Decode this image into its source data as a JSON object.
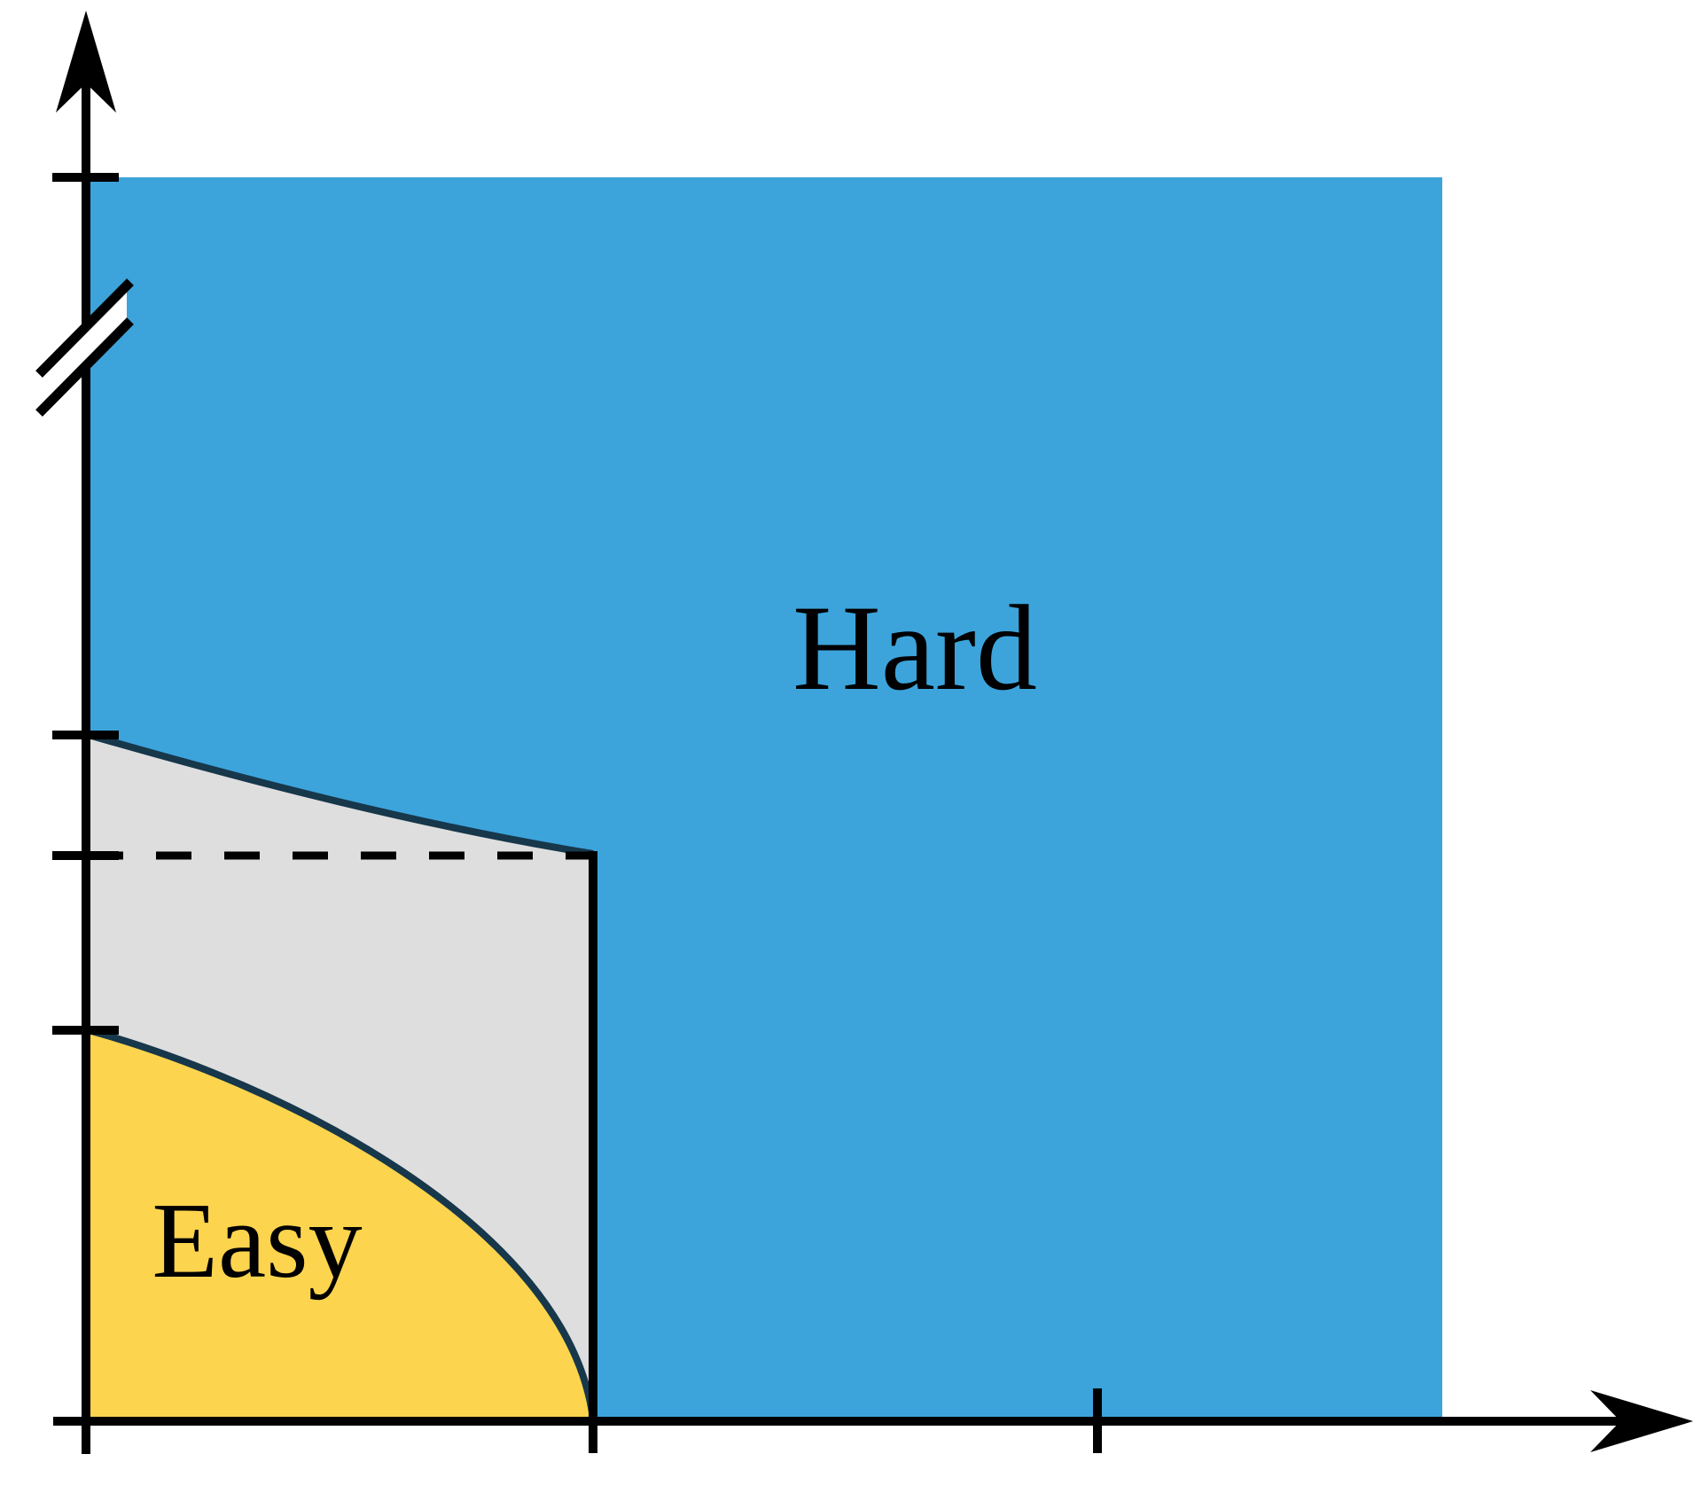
{
  "labels": {
    "hard": "Hard",
    "easy": "Easy"
  },
  "colors": {
    "hard": "#3CA4DB",
    "middle": "#DEDEDE",
    "easy": "#FCD44E",
    "curve": "#17374B",
    "axis": "#000000",
    "text": "#000000",
    "background": "#FFFFFF"
  },
  "regions": [
    {
      "id": "hard",
      "label": "Hard",
      "color_ref": "hard"
    },
    {
      "id": "middle",
      "label": "",
      "color_ref": "middle"
    },
    {
      "id": "easy",
      "label": "Easy",
      "color_ref": "easy"
    }
  ],
  "axes": {
    "y": {
      "has_arrow": true,
      "has_break": true,
      "tick_count": 4
    },
    "x": {
      "has_arrow": true,
      "tick_count": 2
    }
  },
  "guides": {
    "dashed_horizontal_line": true,
    "solid_vertical_line": true
  }
}
